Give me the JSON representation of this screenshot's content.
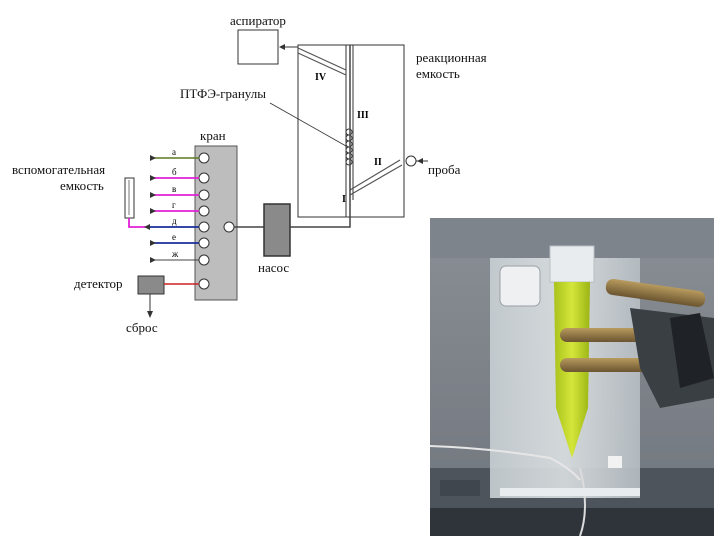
{
  "labels": {
    "aspirator": "аспиратор",
    "reaction_vessel_line1": "реакционная",
    "reaction_vessel_line2": "емкость",
    "ptfe_granules": "ПТФЭ-гранулы",
    "valve": "кран",
    "auxiliary_line1": "вспомогательная",
    "auxiliary_line2": "емкость",
    "sample": "проба",
    "pump": "насос",
    "detector": "детектор",
    "waste": "сброс"
  },
  "roman": {
    "I": "I",
    "II": "II",
    "III": "III",
    "IV": "IV"
  },
  "ports": [
    "а",
    "б",
    "в",
    "г",
    "д",
    "е",
    "ж"
  ],
  "colors": {
    "line": "#444444",
    "magenta": "#e020d8",
    "blue": "#1a2e9a",
    "olive": "#5a7a20",
    "red": "#cc2020",
    "valve_body": "#bdbdbd",
    "pump_body": "#8a8a8a",
    "detector_body": "#8a8a8a"
  }
}
